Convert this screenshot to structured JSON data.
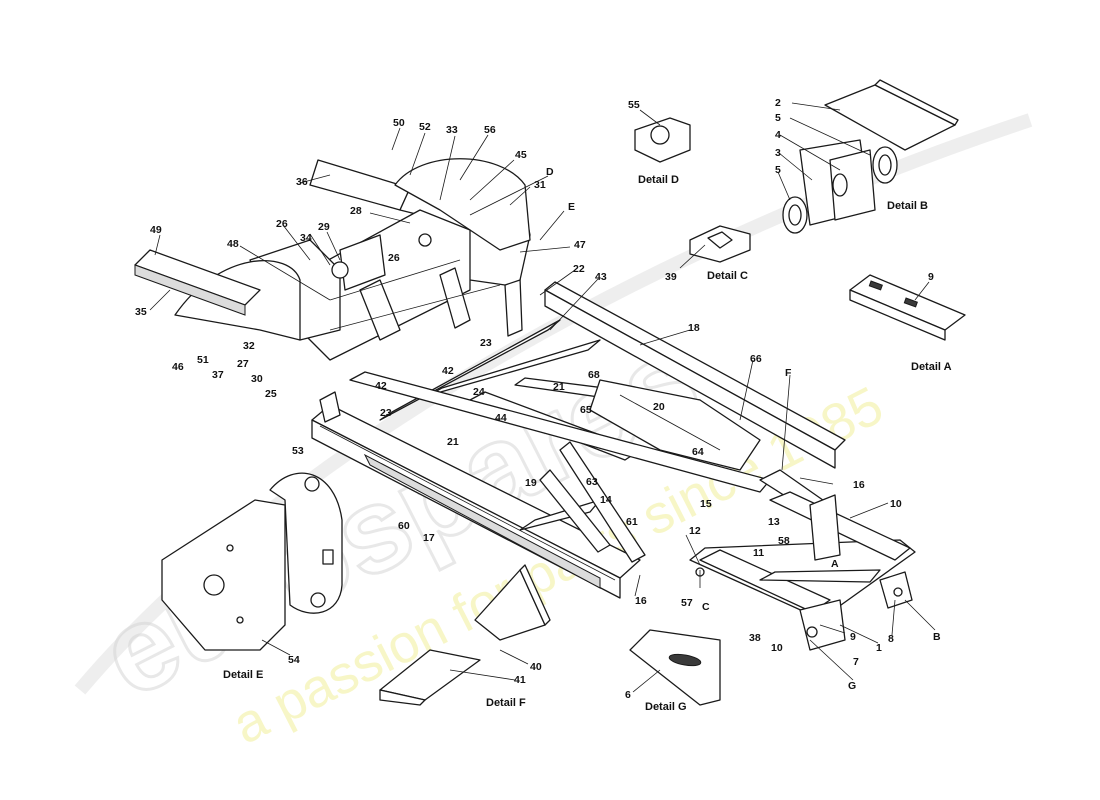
{
  "watermark": {
    "logo_text": "eurospares",
    "tagline": "a passion for parts since 1985",
    "tag_color": "#f1ef9a",
    "logo_color": "#d6d6d6"
  },
  "details": {
    "A": "Detail A",
    "B": "Detail B",
    "C": "Detail C",
    "D": "Detail D",
    "E": "Detail E",
    "F": "Detail F",
    "G": "Detail G"
  },
  "callouts": [
    {
      "id": "50",
      "text": "50"
    },
    {
      "id": "52",
      "text": "52"
    },
    {
      "id": "33",
      "text": "33"
    },
    {
      "id": "56",
      "text": "56"
    },
    {
      "id": "45",
      "text": "45"
    },
    {
      "id": "D",
      "text": "D"
    },
    {
      "id": "31",
      "text": "31"
    },
    {
      "id": "36",
      "text": "36"
    },
    {
      "id": "E",
      "text": "E"
    },
    {
      "id": "28",
      "text": "28"
    },
    {
      "id": "49",
      "text": "49"
    },
    {
      "id": "26a",
      "text": "26"
    },
    {
      "id": "34",
      "text": "34"
    },
    {
      "id": "29",
      "text": "29"
    },
    {
      "id": "48",
      "text": "48"
    },
    {
      "id": "26b",
      "text": "26"
    },
    {
      "id": "47",
      "text": "47"
    },
    {
      "id": "22",
      "text": "22"
    },
    {
      "id": "43",
      "text": "43"
    },
    {
      "id": "35",
      "text": "35"
    },
    {
      "id": "18",
      "text": "18"
    },
    {
      "id": "32",
      "text": "32"
    },
    {
      "id": "23a",
      "text": "23"
    },
    {
      "id": "46",
      "text": "46"
    },
    {
      "id": "51",
      "text": "51"
    },
    {
      "id": "27",
      "text": "27"
    },
    {
      "id": "37",
      "text": "37"
    },
    {
      "id": "30",
      "text": "30"
    },
    {
      "id": "42a",
      "text": "42"
    },
    {
      "id": "66",
      "text": "66"
    },
    {
      "id": "68",
      "text": "68"
    },
    {
      "id": "42b",
      "text": "42"
    },
    {
      "id": "25",
      "text": "25"
    },
    {
      "id": "24",
      "text": "24"
    },
    {
      "id": "21a",
      "text": "21"
    },
    {
      "id": "F",
      "text": "F"
    },
    {
      "id": "65",
      "text": "65"
    },
    {
      "id": "20",
      "text": "20"
    },
    {
      "id": "23b",
      "text": "23"
    },
    {
      "id": "44",
      "text": "44"
    },
    {
      "id": "21b",
      "text": "21"
    },
    {
      "id": "53",
      "text": "53"
    },
    {
      "id": "64",
      "text": "64"
    },
    {
      "id": "16a",
      "text": "16"
    },
    {
      "id": "10a",
      "text": "10"
    },
    {
      "id": "19",
      "text": "19"
    },
    {
      "id": "63",
      "text": "63"
    },
    {
      "id": "14",
      "text": "14"
    },
    {
      "id": "15",
      "text": "15"
    },
    {
      "id": "13",
      "text": "13"
    },
    {
      "id": "60",
      "text": "60"
    },
    {
      "id": "17",
      "text": "17"
    },
    {
      "id": "61",
      "text": "61"
    },
    {
      "id": "12",
      "text": "12"
    },
    {
      "id": "58",
      "text": "58"
    },
    {
      "id": "11",
      "text": "11"
    },
    {
      "id": "A",
      "text": "A"
    },
    {
      "id": "16b",
      "text": "16"
    },
    {
      "id": "57",
      "text": "57"
    },
    {
      "id": "C",
      "text": "C"
    },
    {
      "id": "38",
      "text": "38"
    },
    {
      "id": "10b",
      "text": "10"
    },
    {
      "id": "9b",
      "text": "9"
    },
    {
      "id": "7",
      "text": "7"
    },
    {
      "id": "1",
      "text": "1"
    },
    {
      "id": "8",
      "text": "8"
    },
    {
      "id": "B",
      "text": "B"
    },
    {
      "id": "G",
      "text": "G"
    },
    {
      "id": "54",
      "text": "54"
    },
    {
      "id": "40",
      "text": "40"
    },
    {
      "id": "41",
      "text": "41"
    },
    {
      "id": "6",
      "text": "6"
    },
    {
      "id": "55",
      "text": "55"
    },
    {
      "id": "2",
      "text": "2"
    },
    {
      "id": "5a",
      "text": "5"
    },
    {
      "id": "4",
      "text": "4"
    },
    {
      "id": "3",
      "text": "3"
    },
    {
      "id": "5b",
      "text": "5"
    },
    {
      "id": "39",
      "text": "39"
    },
    {
      "id": "9",
      "text": "9"
    }
  ]
}
